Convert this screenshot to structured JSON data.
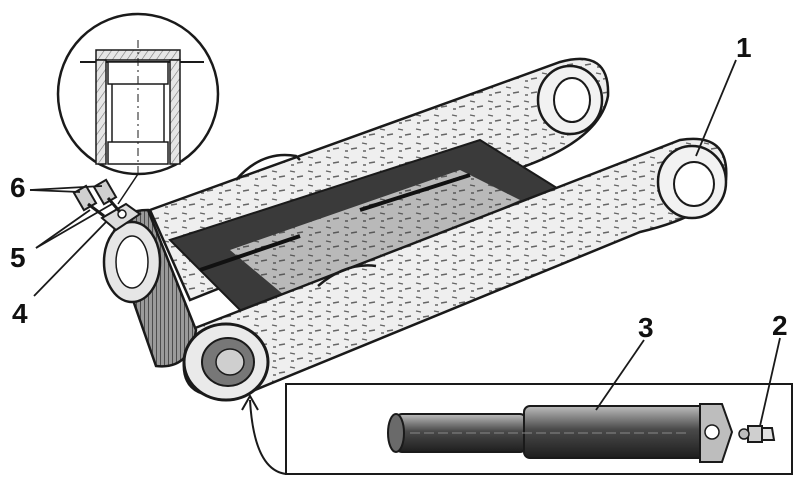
{
  "diagram": {
    "labels": {
      "l1": "1",
      "l2": "2",
      "l3": "3",
      "l4": "4",
      "l5": "5",
      "l6": "6"
    },
    "colors": {
      "ink": "#1a1a1a",
      "metal_light": "#d8d8d8",
      "metal_dark": "#2b2b2b",
      "paper": "#ffffff"
    }
  }
}
